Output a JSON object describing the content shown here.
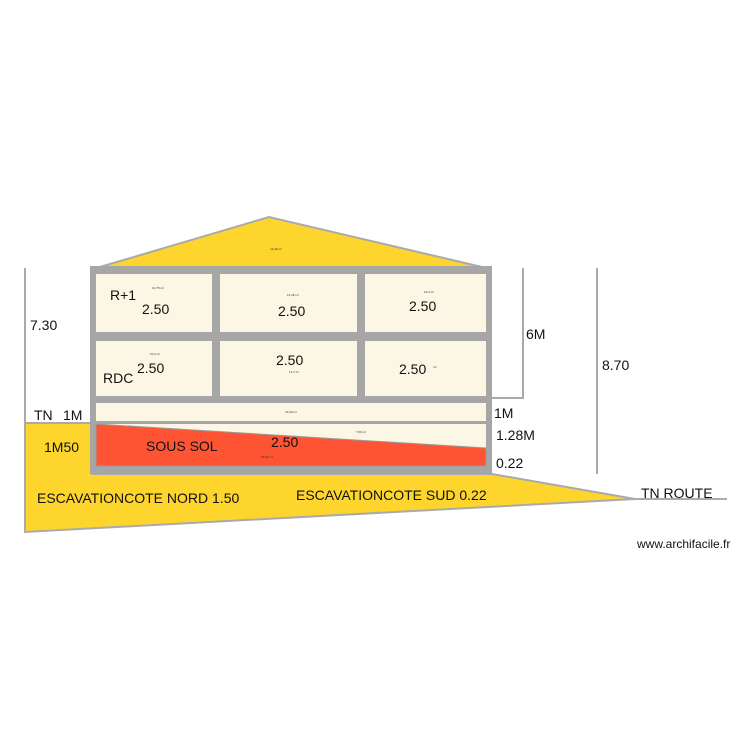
{
  "colors": {
    "wall": "#a6a6a6",
    "room": "#fcf7e4",
    "roof": "#fdd52c",
    "excavation": "#fdd52c",
    "basement": "#ff5433",
    "line": "#aaaaaa"
  },
  "roof": {
    "area": "14,49 m²"
  },
  "levels": {
    "r1": {
      "label": "R+1",
      "rooms": [
        {
          "height": "2.50",
          "area": "10,78 m²"
        },
        {
          "height": "2.50",
          "area": "14,08 m²"
        },
        {
          "height": "2.50",
          "area": "10,0 m²"
        }
      ]
    },
    "rdc": {
      "label": "RDC",
      "rooms": [
        {
          "height": "2.50",
          "area": "10,0 m²"
        },
        {
          "height": "2.50",
          "area": "12,7 m²"
        },
        {
          "height": "2.50",
          "area": "m²"
        }
      ]
    },
    "slab": {
      "area": "13,49 m²",
      "wedge_area": "7,60 m²"
    },
    "sous_sol": {
      "label": "SOUS SOL",
      "height": "2.50",
      "area": "33,80 m²"
    }
  },
  "dimensions": {
    "left_total": "7.30",
    "tn": "TN",
    "tn_1m": "1M",
    "left_1m50": "1M50",
    "right_6m": "6M",
    "right_total": "8.70",
    "right_1m": "1M",
    "right_128": "1.28M",
    "right_022": "0.22",
    "tn_route": "TN ROUTE"
  },
  "excavation": {
    "nord": "ESCAVATIONCOTE NORD 1.50",
    "sud": "ESCAVATIONCOTE SUD  0.22"
  },
  "watermark": "www.archifacile.fr"
}
